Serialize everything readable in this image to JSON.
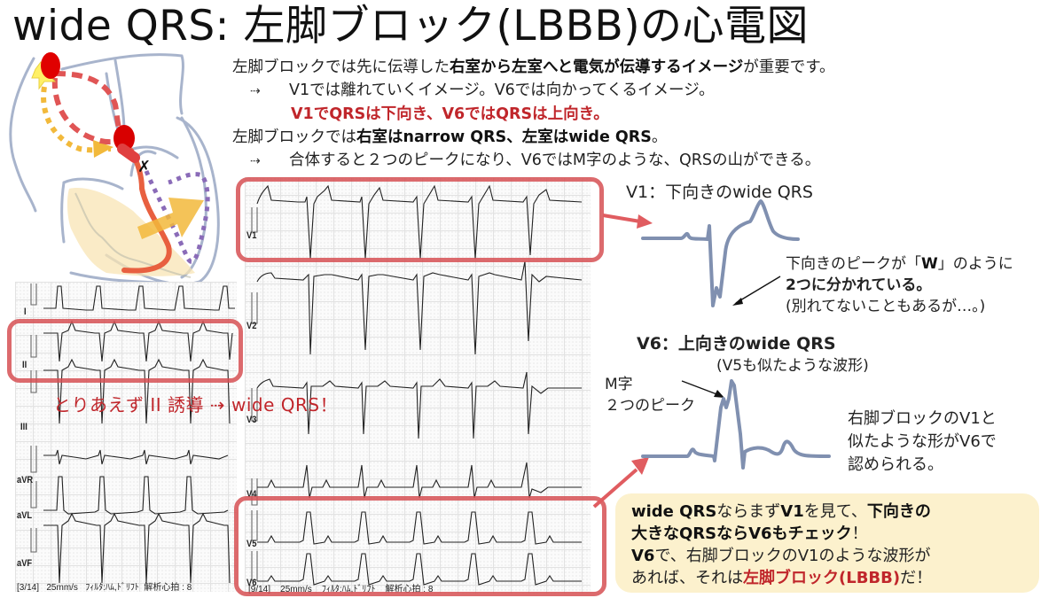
{
  "title": {
    "prefix": "wide QRS: ",
    "main": "左脚ブロック(LBBB)の心電図"
  },
  "intro": {
    "line1": {
      "a": "左脚ブロックでは先に伝導した",
      "b": "右室から左室へと電気が伝導するイメージ",
      "c": "が重要です。"
    },
    "line2": {
      "arrow": "⇢",
      "text": "V1では離れていくイメージ。V6では向かってくるイメージ。"
    },
    "line3": {
      "text": "V1でQRSは下向き、V6ではQRSは上向き。"
    },
    "line4": {
      "a": "左脚ブロックでは",
      "b": "右室はnarrow QRS、左室はwide QRS",
      "c": "。"
    },
    "line5": {
      "arrow": "⇢",
      "text": "合体すると２つのピークになり、V6ではM字のような、QRSの山ができる。"
    }
  },
  "limb_ecg": {
    "leads": [
      "I",
      "II",
      "III",
      "aVR",
      "aVL",
      "aVF"
    ],
    "footer": {
      "page": "[3/14]",
      "speed": "25mm/s",
      "filter": "ﾌｨﾙﾀ:ﾊﾑ,ﾄﾞﾘﾌﾄ",
      "beats": "解析心拍 : 8"
    },
    "annotation": "とりあえず II 誘導 ⇢ wide QRS！"
  },
  "chest_ecg": {
    "leads": [
      "V1",
      "V2",
      "V3",
      "V4",
      "V5",
      "V6"
    ],
    "footer": {
      "page": "[9/14]",
      "speed": "25mm/s",
      "filter": "ﾌｨﾙﾀ:ﾊﾑ,ﾄﾞﾘﾌﾄ",
      "beats": "解析心拍 : 8"
    }
  },
  "v1_explain": {
    "heading": "V1：下向きのwide QRS",
    "note1_a": "下向きのピークが「",
    "note1_b": "W",
    "note1_c": "」のように",
    "note2": "2つに分かれている。",
    "note3": "(別れてないこともあるが…。)"
  },
  "v6_explain": {
    "heading": "V6：上向きのwide QRS",
    "sub": "(V5も似たような波形)",
    "m_label1": "M字",
    "m_label2": "２つのピーク",
    "side1": "右脚ブロックのV1と",
    "side2": "似たような形がV6で",
    "side3": "認められる。"
  },
  "callout": {
    "l1_a": "wide QRS",
    "l1_b": "ならまず",
    "l1_c": "V1",
    "l1_d": "を見て、",
    "l1_e": "下向きの",
    "l2_a": "大きなQRSならV6もチェック",
    "l2_b": "！",
    "l3_a": "V6",
    "l3_b": "で、右脚ブロックのV1のような波形が",
    "l4_a": "あれば、それは",
    "l4_b": "左脚ブロック(LBBB)",
    "l4_c": "だ！"
  },
  "colors": {
    "highlight_red": "#d65054",
    "text_red": "#c0262b",
    "wave_blue": "#8090b0",
    "callout_bg": "#fcf1cd",
    "heart_outline": "#a8b4cc",
    "purple_path": "#8a6bb8",
    "yellow_arrow": "#f2b93b"
  }
}
